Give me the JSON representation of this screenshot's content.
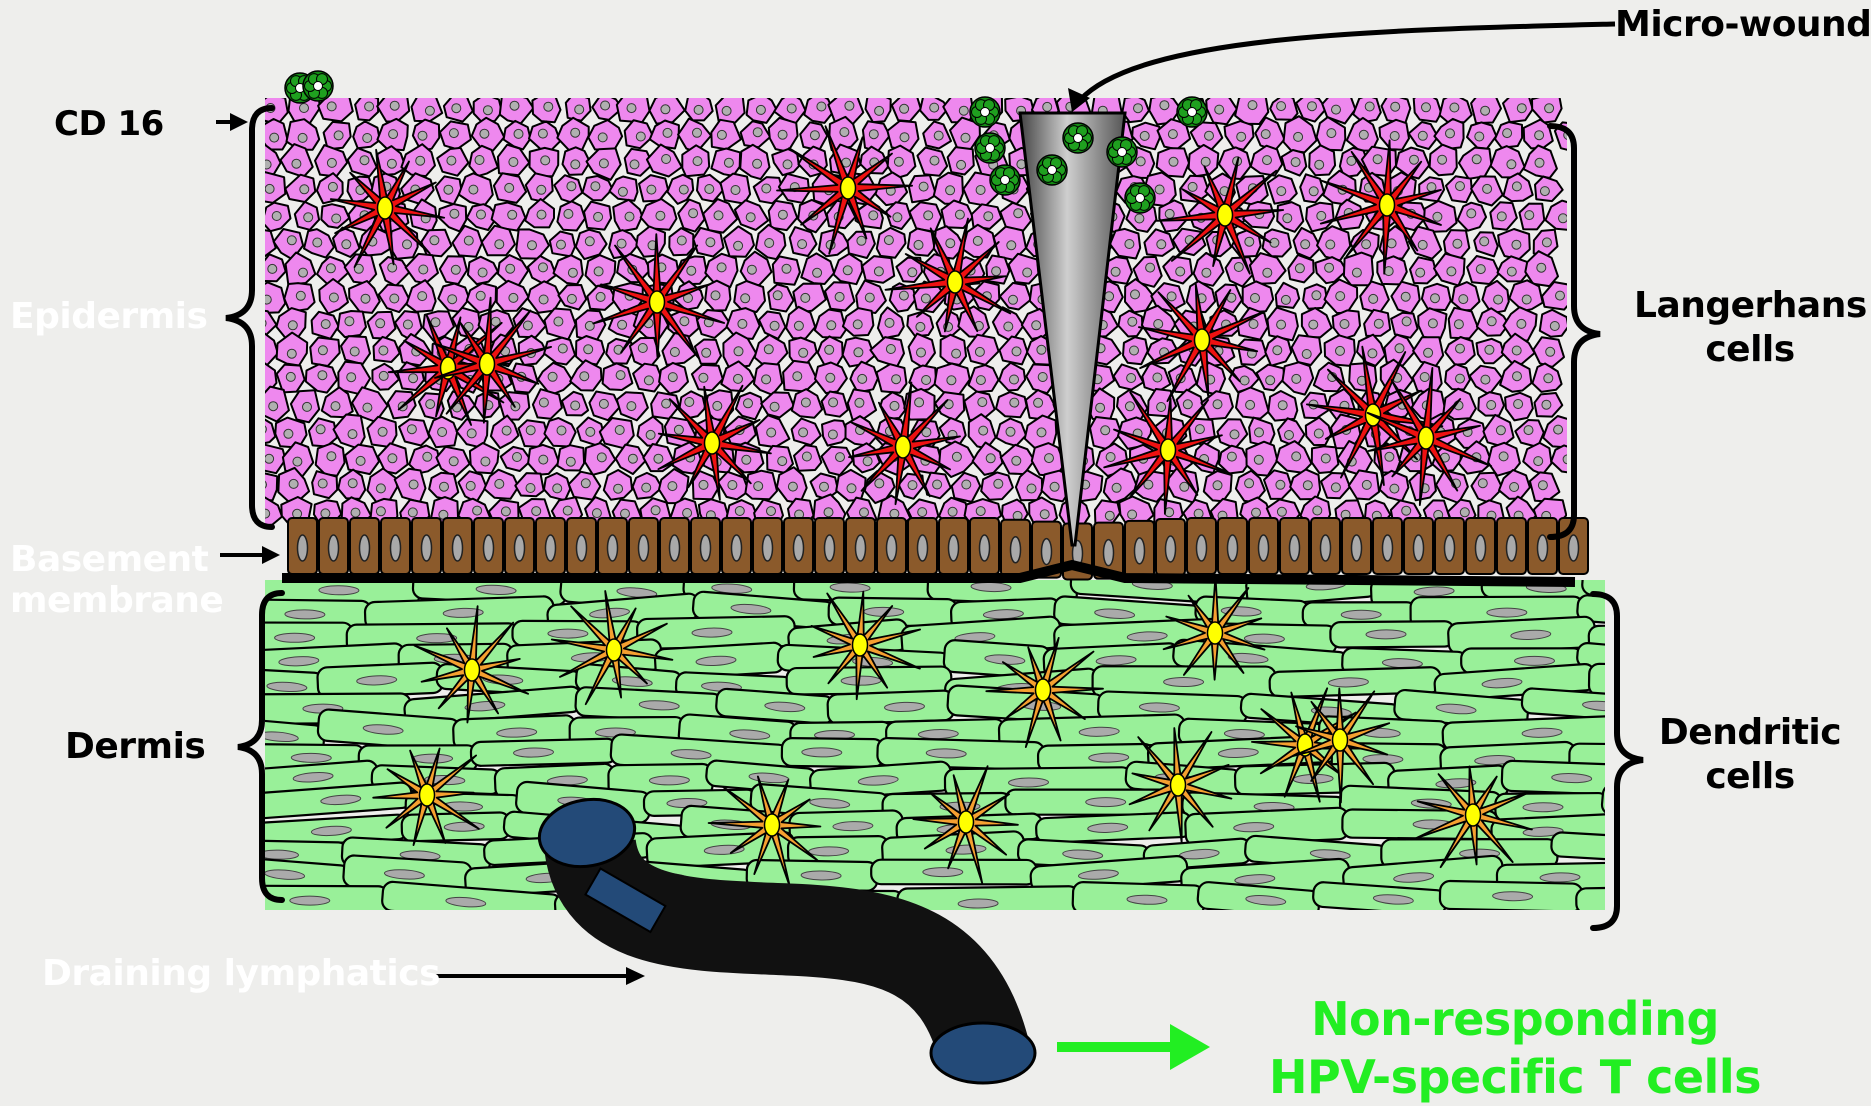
{
  "labels": {
    "micro_wound": "Micro-wound",
    "cd16": "CD 16",
    "epidermis": "Epidermis",
    "basement_membrane_line1": "Basement",
    "basement_membrane_line2": "membrane",
    "dermis": "Dermis",
    "langerhans_line1": "Langerhans",
    "langerhans_line2": "cells",
    "dendritic_line1": "Dendritic",
    "dendritic_line2": "cells",
    "draining_lymphatics": "Draining lymphatics",
    "result_line1": "Non-responding",
    "result_line2": "HPV-specific T cells"
  },
  "colors": {
    "background": "#eeeeec",
    "keratinocyte": "#ee88ee",
    "basal_cell": "#8b5a2b",
    "dermis_cell": "#99f099",
    "langerhans_cell": "#ee1111",
    "dendritic_cell": "#f5a030",
    "cell_nucleus": "#ffff00",
    "hpv_particle": "#138a13",
    "lymph_vessel": "#111111",
    "vessel_end": "#234a78",
    "result_text": "#22ee22",
    "result_arrow": "#22ee22"
  }
}
